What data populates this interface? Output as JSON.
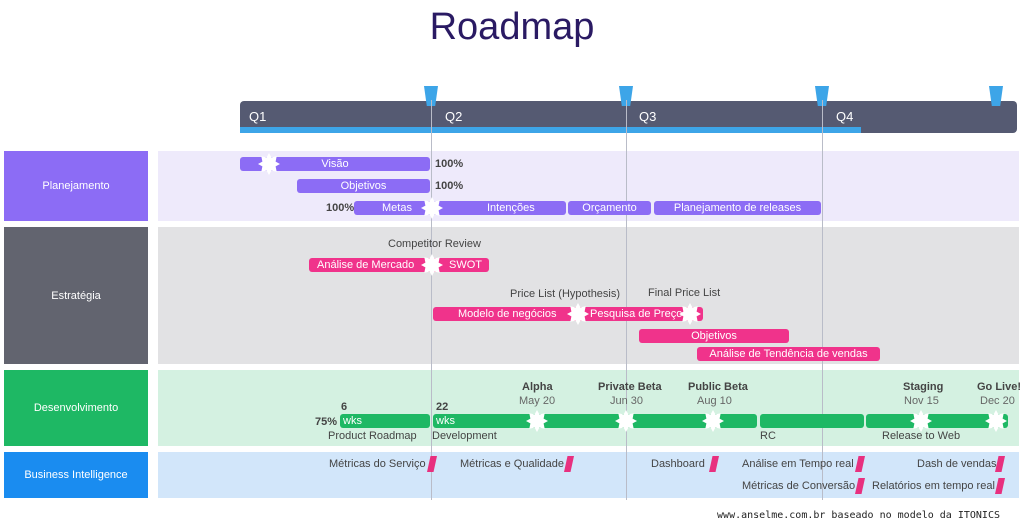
{
  "title": "Roadmap",
  "quarters": [
    "Q1",
    "Q2",
    "Q3",
    "Q4"
  ],
  "lanes": {
    "planejamento": "Planejamento",
    "estrategia": "Estratégia",
    "desenvolvimento": "Desenvolvimento",
    "bi": "Business Intelligence"
  },
  "planejamento": {
    "visao": "Visão",
    "visao_pct": "100%",
    "objetivos": "Objetivos",
    "objetivos_pct": "100%",
    "metas_pct": "100%",
    "metas": "Metas",
    "intencoes": "Intenções",
    "orcamento": "Orçamento",
    "releases": "Planejamento de releases"
  },
  "estrategia": {
    "competitor_review": "Competitor Review",
    "analise_mercado": "Análise de Mercado",
    "swot": "SWOT",
    "price_list_hyp": "Price List (Hypothesis)",
    "final_price_list": "Final Price List",
    "modelo_negocios": "Modelo de negócios",
    "pesquisa_preco": "Pesquisa de Preço",
    "objetivos": "Objetivos",
    "analise_tendencia": "Análise de Tendência de vendas"
  },
  "desenvolvimento": {
    "pct": "75%",
    "wks1_num": "6",
    "wks1": "wks",
    "wks2_num": "22",
    "wks2": "wks",
    "product_roadmap": "Product Roadmap",
    "development": "Development",
    "rc": "RC",
    "release_web": "Release to Web",
    "milestones": [
      {
        "name": "Alpha",
        "date": "May 20"
      },
      {
        "name": "Private Beta",
        "date": "Jun 30"
      },
      {
        "name": "Public Beta",
        "date": "Aug 10"
      },
      {
        "name": "Staging",
        "date": "Nov 15"
      },
      {
        "name": "Go Live!",
        "date": "Dec 20"
      }
    ]
  },
  "bi": {
    "metricas_servico": "Métricas do Serviço",
    "metricas_qualidade": "Métricas e Qualidade",
    "dashboard": "Dashboard",
    "analise_tempo_real": "Análise em Tempo real",
    "dash_vendas": "Dash de vendas",
    "metricas_conversao": "Métricas de Conversão",
    "relatorios": "Relatórios em tempo real"
  },
  "footer": "www.anselme.com.br baseado no modelo da ITONICS",
  "colors": {
    "timeline": "#555a72",
    "progress": "#3da5e8",
    "planejamento": "#8c6cf5",
    "estrategia": "#f0338b",
    "desenvolvimento": "#1eb864",
    "bi": "#1a8cf0"
  }
}
